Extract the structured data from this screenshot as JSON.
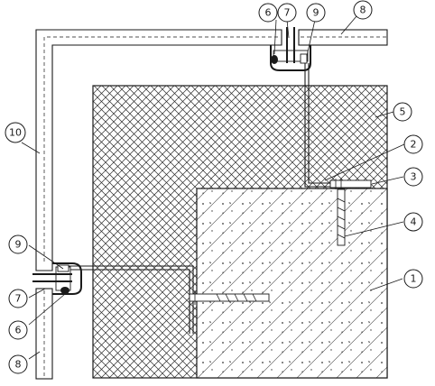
{
  "drawing": {
    "callouts": [
      {
        "id": "c1",
        "label": "1"
      },
      {
        "id": "c2",
        "label": "2"
      },
      {
        "id": "c3",
        "label": "3"
      },
      {
        "id": "c4",
        "label": "4"
      },
      {
        "id": "c5",
        "label": "5"
      },
      {
        "id": "c6-top",
        "label": "6"
      },
      {
        "id": "c7-top",
        "label": "7"
      },
      {
        "id": "c8-top",
        "label": "8"
      },
      {
        "id": "c9-top",
        "label": "9"
      },
      {
        "id": "c10",
        "label": "10"
      },
      {
        "id": "c9-left",
        "label": "9"
      },
      {
        "id": "c7-left",
        "label": "7"
      },
      {
        "id": "c6-left",
        "label": "6"
      },
      {
        "id": "c8-left",
        "label": "8"
      }
    ]
  }
}
